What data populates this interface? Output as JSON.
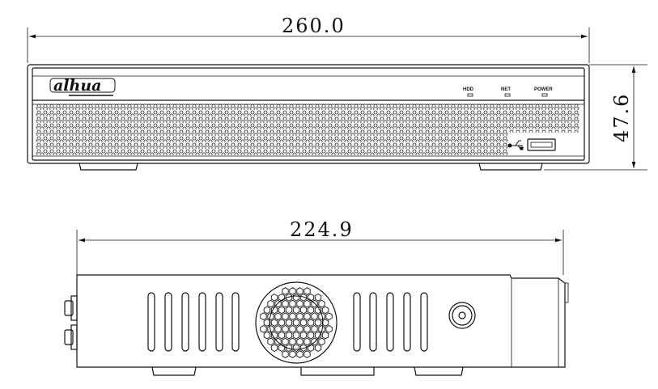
{
  "front_view": {
    "width_dimension": "260.0",
    "height_dimension": "47.6",
    "logo_text": "alhua",
    "leds": [
      {
        "label": "HDD"
      },
      {
        "label": "NET"
      },
      {
        "label": "POWER"
      }
    ],
    "usb_icon": "usb-icon"
  },
  "side_view": {
    "length_dimension": "224.9"
  }
}
